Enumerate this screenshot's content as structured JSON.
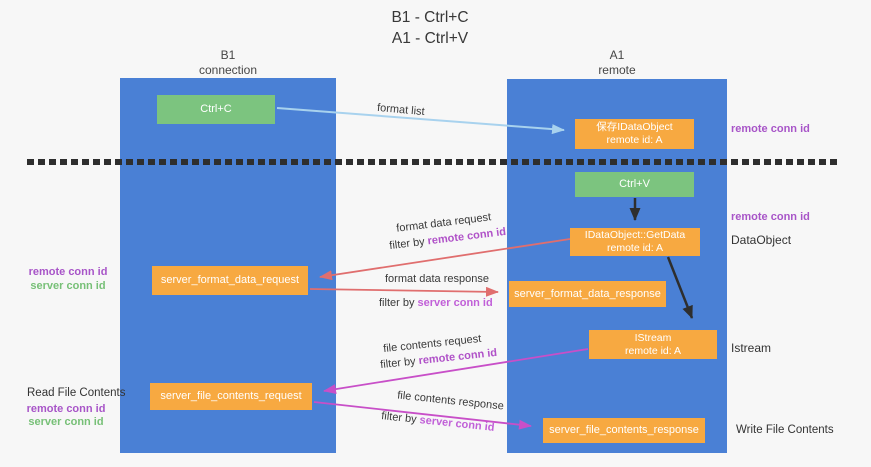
{
  "title": {
    "line1": "B1 - Ctrl+C",
    "line2": "A1 - Ctrl+V"
  },
  "columns": {
    "left": {
      "name": "B1",
      "role": "connection"
    },
    "right": {
      "name": "A1",
      "role": "remote"
    }
  },
  "nodes": {
    "ctrl_c": {
      "label": "Ctrl+C"
    },
    "ctrl_v": {
      "label": "Ctrl+V"
    },
    "saved_dataobject": {
      "label": "保存IDataObject",
      "sub": "remote id: A"
    },
    "getdata": {
      "label": "IDataObject::GetData",
      "sub": "remote id: A"
    },
    "istream": {
      "label": "IStream",
      "sub": "remote id: A"
    },
    "server_format_data_request": {
      "label": "server_format_data_request"
    },
    "server_format_data_response": {
      "label": "server_format_data_response"
    },
    "server_file_contents_request": {
      "label": "server_file_contents_request"
    },
    "server_file_contents_response": {
      "label": "server_file_contents_response"
    }
  },
  "annotations": {
    "right_remote_conn_id_1": "remote conn id",
    "right_remote_conn_id_2": "remote conn id",
    "dataobject_label": "DataObject",
    "istream_label": "Istream",
    "write_file_contents": "Write File Contents",
    "read_file_contents": "Read File Contents",
    "left_remote_conn_id_1": "remote conn id",
    "left_server_conn_id_1": "server conn id",
    "left_remote_conn_id_2": "remote conn id",
    "left_server_conn_id_2": "server conn id"
  },
  "arrow_labels": {
    "format_list": "format list",
    "format_data_request": "format data request",
    "filter_remote_1": {
      "prefix": "filter by ",
      "key": "remote conn id"
    },
    "format_data_response": "format data response",
    "filter_server_1": {
      "prefix": "filter by ",
      "key": "server conn id"
    },
    "file_contents_request": "file contents request",
    "filter_remote_2": {
      "prefix": "filter by ",
      "key": "remote conn id"
    },
    "file_contents_response": "file contents response",
    "filter_server_2": {
      "prefix": "filter by ",
      "key": "server conn id"
    }
  },
  "colors": {
    "lane_blue": "#4a80d5",
    "node_orange": "#f7a941",
    "node_green": "#7cc47f",
    "arrow_light_blue": "#a8d2ee",
    "arrow_salmon": "#e06e6e",
    "arrow_magenta": "#c84fc8",
    "arrow_black": "#2e2e2e",
    "label_purple": "#a855c8",
    "label_green": "#77c077",
    "background": "#f7f7f7"
  }
}
